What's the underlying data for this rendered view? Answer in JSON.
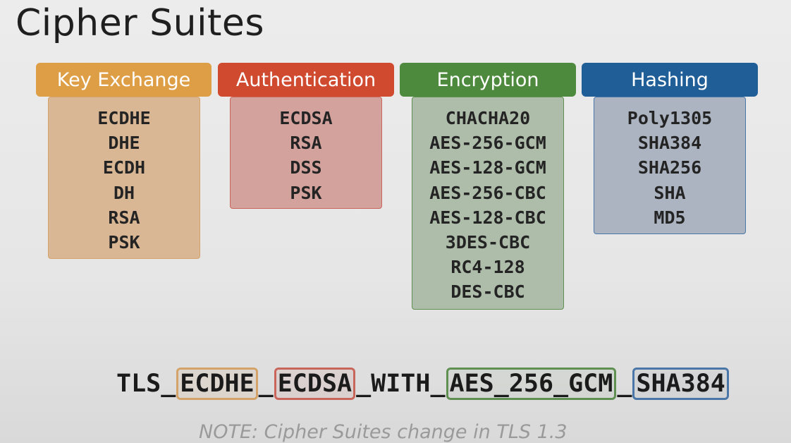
{
  "title": "Cipher Suites",
  "categories": [
    {
      "label": "Key Exchange",
      "header_color": "#de9e45",
      "list_bg": "#d9b794",
      "list_border": "#d4a36a",
      "items": [
        "ECDHE",
        "DHE",
        "ECDH",
        "DH",
        "RSA",
        "PSK"
      ]
    },
    {
      "label": "Authentication",
      "header_color": "#d04a2f",
      "list_bg": "#d4a29c",
      "list_border": "#c9665c",
      "items": [
        "ECDSA",
        "RSA",
        "DSS",
        "PSK"
      ]
    },
    {
      "label": "Encryption",
      "header_color": "#4e8a3d",
      "list_bg": "#aebcaa",
      "list_border": "#5f9052",
      "items": [
        "CHACHA20",
        "AES-256-GCM",
        "AES-128-GCM",
        "AES-256-CBC",
        "AES-128-CBC",
        "3DES-CBC",
        "RC4-128",
        "DES-CBC"
      ]
    },
    {
      "label": "Hashing",
      "header_color": "#1f5e97",
      "list_bg": "#abb4c0",
      "list_border": "#4a77a8",
      "items": [
        "Poly1305",
        "SHA384",
        "SHA256",
        "SHA",
        "MD5"
      ]
    }
  ],
  "suite": {
    "prefix": "TLS_",
    "key_exchange": "ECDHE",
    "sep1": "_",
    "authentication": "ECDSA",
    "with": "_WITH_",
    "encryption": "AES_256_GCM",
    "sep2": "_",
    "hashing": "SHA384"
  },
  "note": "NOTE:  Cipher Suites change in TLS 1.3"
}
